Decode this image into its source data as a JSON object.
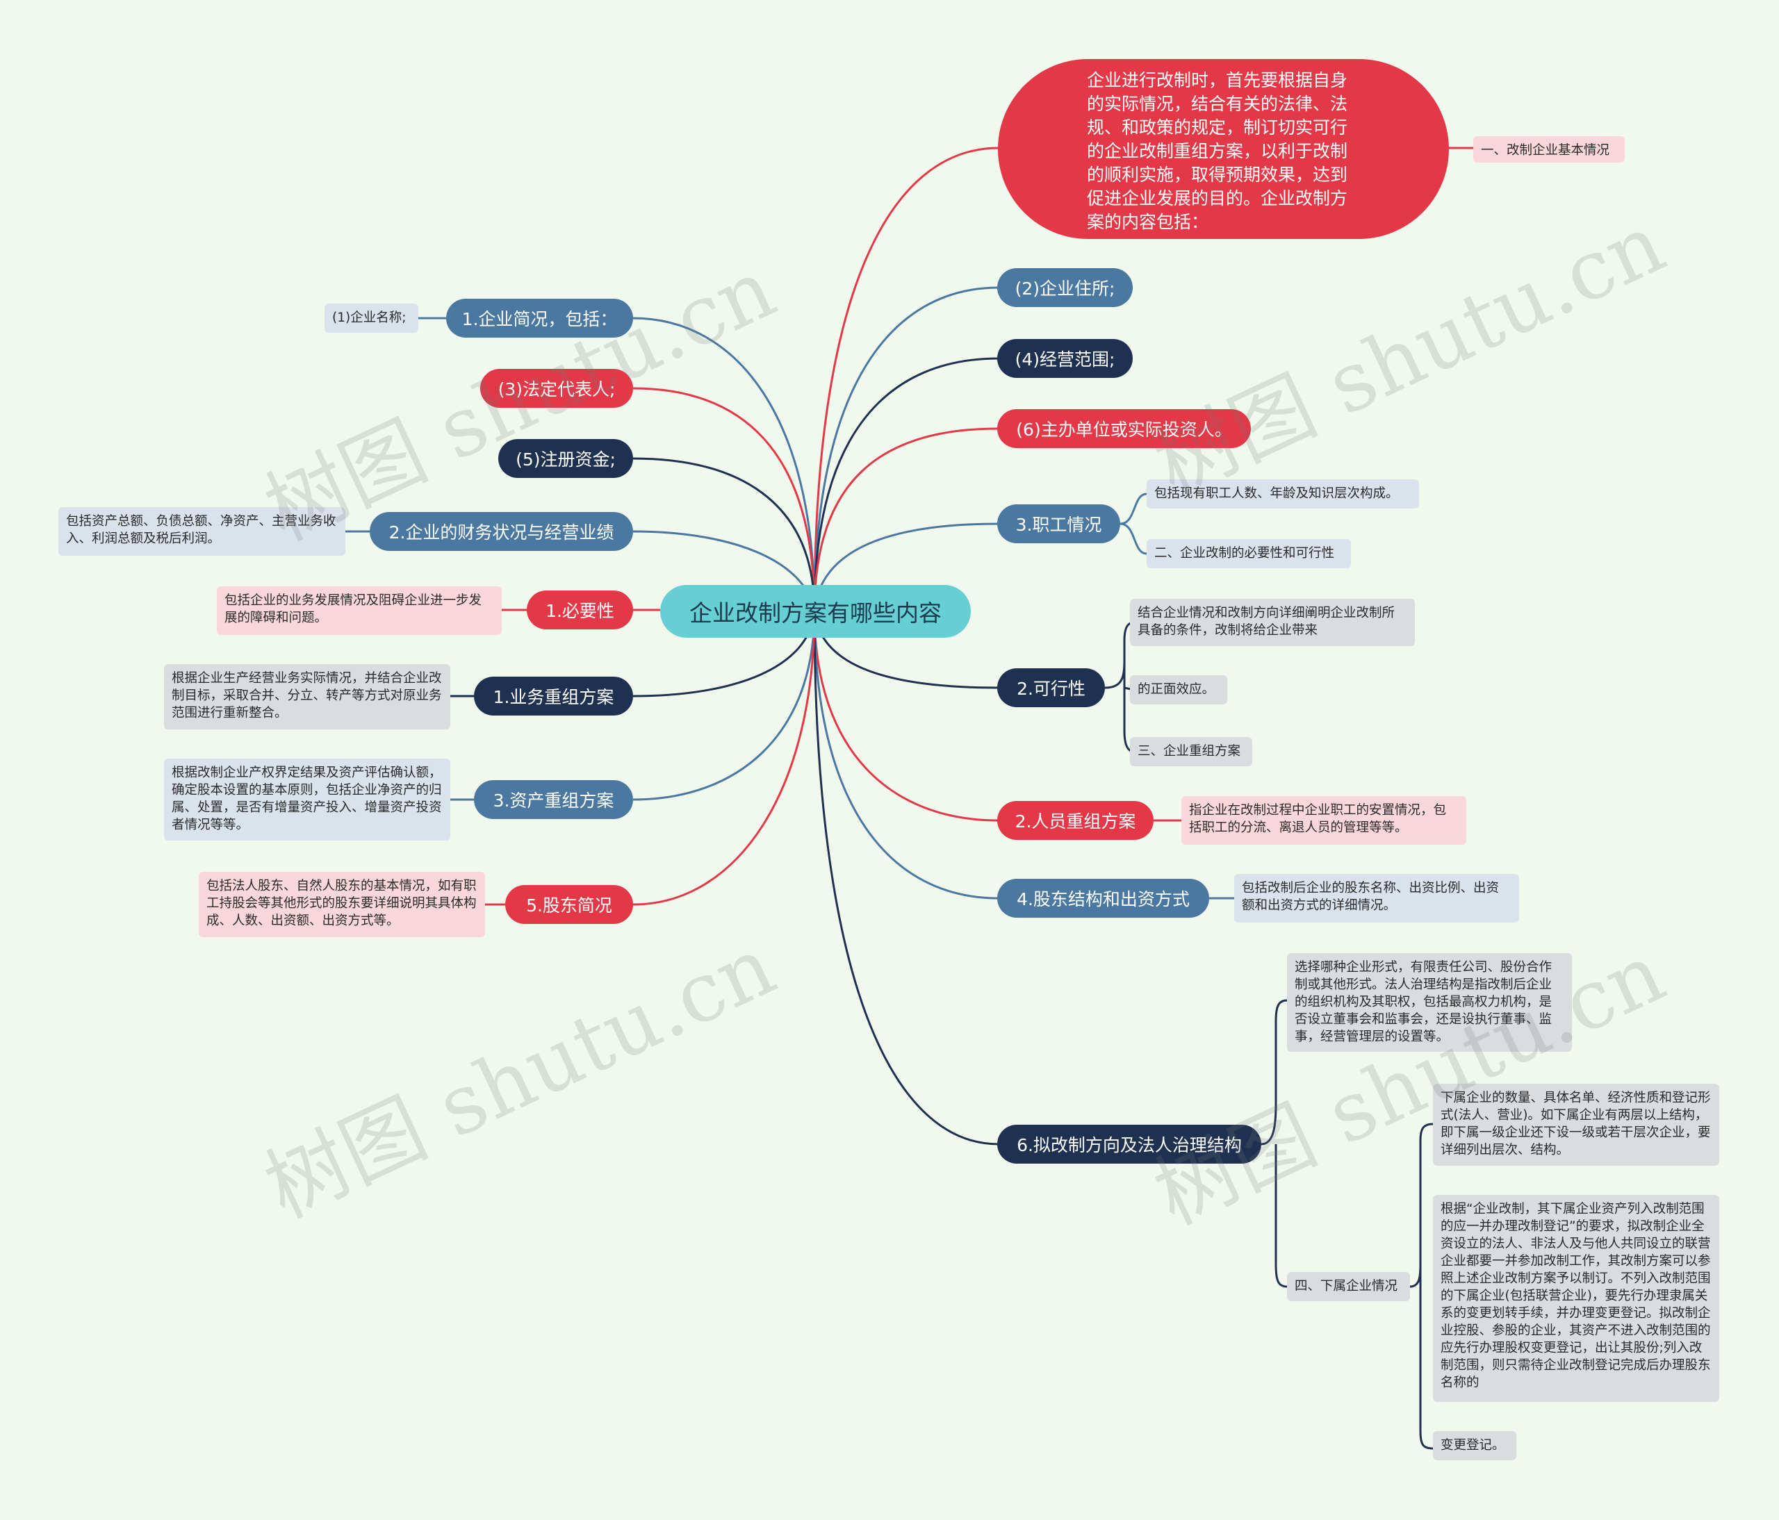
{
  "root": "企业改制方案有哪些内容",
  "watermark": "树图 shutu.cn",
  "colors": {
    "blue": "#4a78a0",
    "red": "#e23847",
    "navy": "#1f3150",
    "root": "#66cfd4",
    "background": "#f1f9ef"
  },
  "right": {
    "intro": "企业进行改制时，首先要根据自身的实际情况，结合有关的法律、法规、和政策的规定，制订切实可行的企业改制重组方案，以利于改制的顺利实施，取得预期效果，达到促进企业发展的目的。企业改制方案的内容包括：",
    "intro_tag": "一、改制企业基本情况",
    "address": "(2)企业住所;",
    "scope": "(4)经营范围;",
    "investor": "(6)主办单位或实际投资人。",
    "staff": "3.职工情况",
    "staff_note": "包括现有职工人数、年龄及知识层次构成。",
    "staff_note2": "二、企业改制的必要性和可行性",
    "feasibility": "2.可行性",
    "feasibility_notes": [
      "结合企业情况和改制方向详细阐明企业改制所具备的条件，改制将给企业带来",
      "的正面效应。",
      "三、企业重组方案"
    ],
    "personnel": "2.人员重组方案",
    "personnel_note": "指企业在改制过程中企业职工的安置情况，包括职工的分流、离退人员的管理等等。",
    "equity": "4.股东结构和出资方式",
    "equity_note": "包括改制后企业的股东名称、出资比例、出资额和出资方式的详细情况。",
    "direction": "6.拟改制方向及法人治理结构",
    "direction_note": "选择哪种企业形式，有限责任公司、股份合作制或其他形式。法人治理结构是指改制后企业的组织机构及其职权，包括最高权力机构，是否设立董事会和监事会，还是设执行董事、监事，经营管理层的设置等。",
    "subsidiary": "四、下属企业情况",
    "subsidiary_notes": [
      "下属企业的数量、具体名单、经济性质和登记形式(法人、营业)。如下属企业有两层以上结构，即下属一级企业还下设一级或若干层次企业，要详细列出层次、结构。",
      "根据“企业改制，其下属企业资产列入改制范围的应一并办理改制登记”的要求，拟改制企业全资设立的法人、非法人及与他人共同设立的联营企业都要一并参加改制工作，其改制方案可以参照上述企业改制方案予以制订。不列入改制范围的下属企业(包括联营企业)，要先行办理隶属关系的变更划转手续，并办理变更登记。拟改制企业控股、参股的企业，其资产不进入改制范围的应先行办理股权变更登记，出让其股份;列入改制范围，则只需待企业改制登记完成后办理股东名称的",
      "变更登记。"
    ]
  },
  "left": {
    "profile": "1.企业简况，包括：",
    "profile_note": "(1)企业名称;",
    "legal_rep": "(3)法定代表人;",
    "capital": "(5)注册资金;",
    "finance": "2.企业的财务状况与经营业绩",
    "finance_note": "包括资产总额、负债总额、净资产、主营业务收入、利润总额及税后利润。",
    "necessity": "1.必要性",
    "necessity_note": "包括企业的业务发展情况及阻碍企业进一步发展的障碍和问题。",
    "business": "1.业务重组方案",
    "business_note": "根据企业生产经营业务实际情况，并结合企业改制目标，采取合并、分立、转产等方式对原业务范围进行重新整合。",
    "assets": "3.资产重组方案",
    "assets_note": "根据改制企业产权界定结果及资产评估确认额，确定股本设置的基本原则，包括企业净资产的归属、处置，是否有增量资产投入、增量资产投资者情况等等。",
    "shareholders": "5.股东简况",
    "shareholders_note": "包括法人股东、自然人股东的基本情况，如有职工持股会等其他形式的股东要详细说明其具体构成、人数、出资额、出资方式等。"
  }
}
